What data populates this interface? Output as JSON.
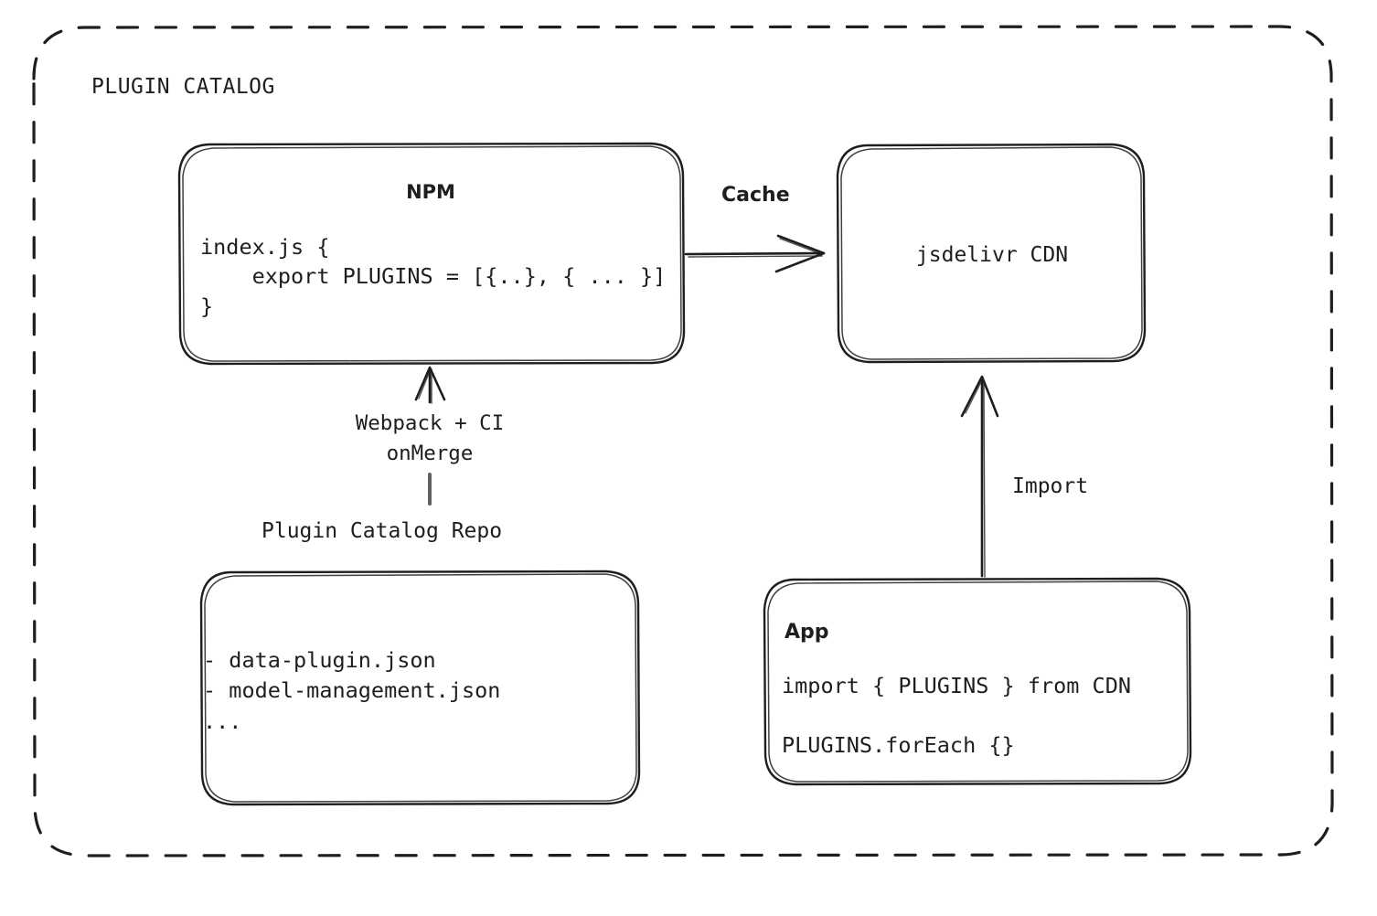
{
  "frame": {
    "title": "PLUGIN CATALOG",
    "style": "dashed",
    "stroke_color": "#1e1e1e"
  },
  "theme": {
    "stroke": "#1e1e1e",
    "text": "#1e1e1e",
    "background": "#ffffff"
  },
  "nodes": {
    "npm": {
      "title": "NPM",
      "code": "index.js {\n    export PLUGINS = [{..}, { ... }]\n}"
    },
    "cdn": {
      "title": "jsdelivr CDN"
    },
    "repo": {
      "caption": "Plugin Catalog Repo",
      "files": "- data-plugin.json\n- model-management.json\n..."
    },
    "app": {
      "title": "App",
      "line1": "import { PLUGINS } from CDN",
      "line2": "PLUGINS.forEach {}"
    }
  },
  "edges": {
    "cache": {
      "label": "Cache",
      "from": "npm",
      "to": "cdn",
      "direction": "right"
    },
    "build": {
      "label": "Webpack + CI\nonMerge",
      "from": "repo",
      "to": "npm",
      "direction": "up"
    },
    "import": {
      "label": "Import",
      "from": "app",
      "to": "cdn",
      "direction": "up"
    }
  }
}
